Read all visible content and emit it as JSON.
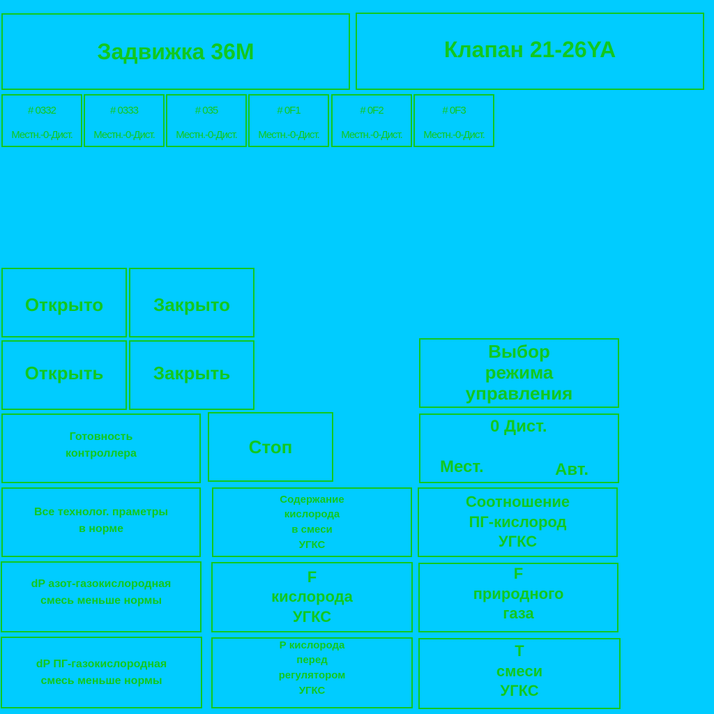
{
  "header": {
    "left_title": "Задвижка 36M",
    "right_title": "Клапан 21-26YA"
  },
  "address_cells": [
    {
      "id": "# 0332",
      "mode": "Местн.-0-Дист."
    },
    {
      "id": "# 0333",
      "mode": "Местн.-0-Дист."
    },
    {
      "id": "# 035",
      "mode": "Местн.-0-Дист."
    },
    {
      "id": "# 0F1",
      "mode": "Местн.-0-Дист."
    },
    {
      "id": "# 0F2",
      "mode": "Местн.-0-Дист."
    },
    {
      "id": "# 0F3",
      "mode": "Местн.-0-Дист."
    }
  ],
  "valve": {
    "opened": "Открыто",
    "closed": "Закрыто",
    "open_cmd": "Открыть",
    "close_cmd": "Закрыть",
    "stop": "Стоп"
  },
  "mode_select": {
    "title": "Выбор\nрежима\nуправления",
    "remote": "0 Дист.",
    "local": "Мест.",
    "auto": "Авт."
  },
  "status": {
    "controller_ready": "Готовность\nконтроллера",
    "all_params_ok": "Все технолог. праметры\nв норме",
    "dp_nitrogen": "dP азот-газокислородная\nсмесь меньше нормы",
    "dp_gas": "dP ПГ-газокислородная\nсмесь меньше нормы"
  },
  "params": {
    "oxygen_content": "Содержание\nкислорода\nв смеси\nУГКС",
    "ratio": "Соотношение\nПГ-кислород\nУГКС",
    "f_oxygen": "F\nкислорода\nУГКС",
    "f_gas": "F\nприродного\nгаза",
    "p_oxygen": "Р кислорода\nперед\nрегулятором\nУГКС",
    "t_mix": "Т\nсмеси\nУГКС"
  }
}
